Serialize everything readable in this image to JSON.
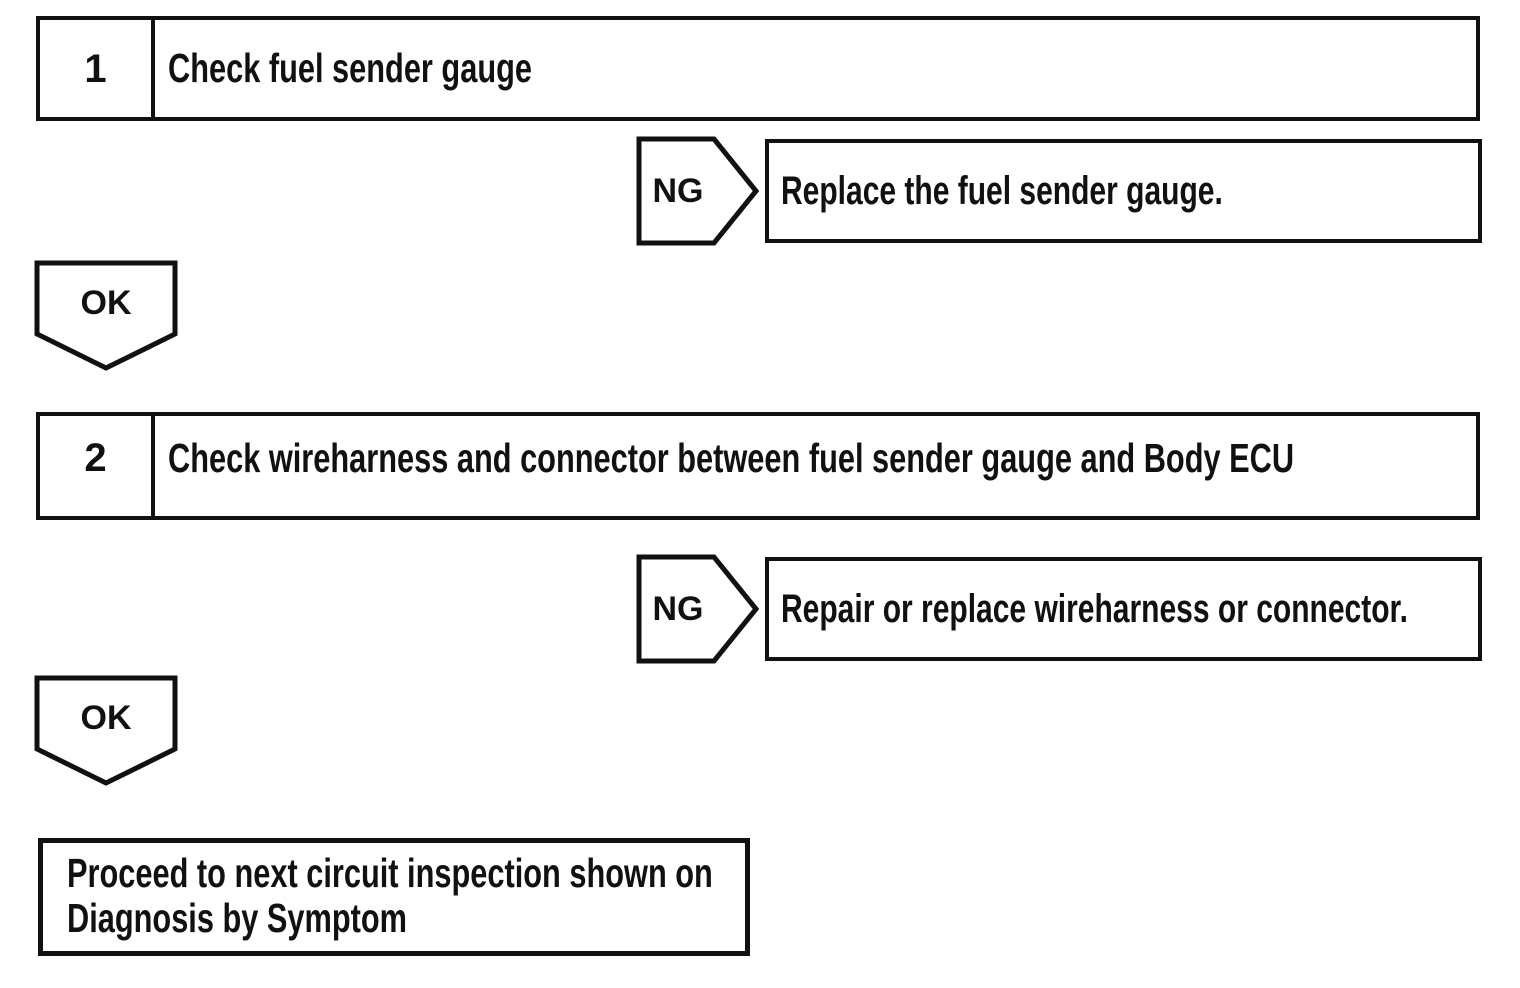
{
  "flowchart": {
    "colors": {
      "ink": "#111111",
      "background": "#ffffff"
    },
    "steps": [
      {
        "number": "1",
        "title": "Check fuel sender gauge",
        "ng_label": "NG",
        "ng_result": "Replace the fuel sender gauge.",
        "ok_label": "OK"
      },
      {
        "number": "2",
        "title": "Check wireharness and connector between fuel sender gauge and Body ECU",
        "ng_label": "NG",
        "ng_result": "Repair or replace wireharness or connector.",
        "ok_label": "OK"
      }
    ],
    "final": {
      "lines": [
        "Proceed to next circuit inspection shown on",
        "Diagnosis by Symptom"
      ]
    }
  }
}
